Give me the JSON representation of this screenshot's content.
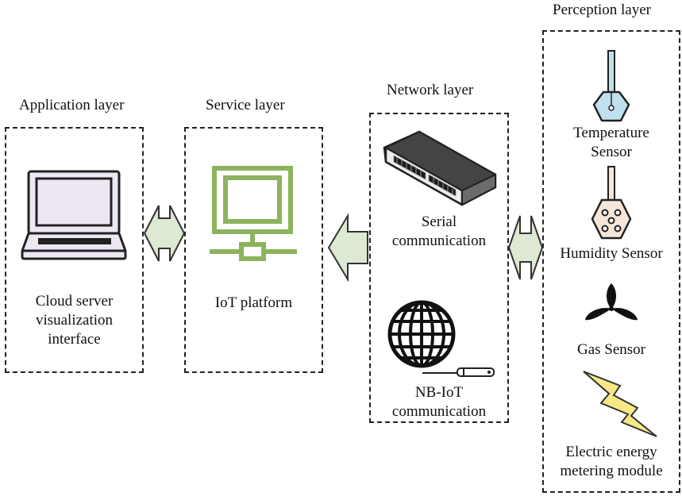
{
  "layers": {
    "application": {
      "title": "Application layer",
      "caption_lines": [
        "Cloud server",
        "visualization",
        "interface"
      ]
    },
    "service": {
      "title": "Service layer",
      "caption": "IoT platform"
    },
    "network": {
      "title": "Network layer",
      "serial_lines": [
        "Serial",
        "communication"
      ],
      "nbiot_lines": [
        "NB-IoT",
        "communication"
      ]
    },
    "perception": {
      "title": "Perception layer",
      "temperature_lines": [
        "Temperature",
        "Sensor"
      ],
      "humidity": "Humidity Sensor",
      "gas": "Gas Sensor",
      "energy_lines": [
        "Electric energy",
        "metering module"
      ]
    }
  },
  "icons": {
    "laptop": "laptop-icon",
    "monitor": "iot-platform-monitor-icon",
    "switch": "network-switch-icon",
    "globe": "globe-icon",
    "antenna": "antenna-icon",
    "temperature": "temperature-sensor-icon",
    "humidity": "humidity-sensor-icon",
    "gas": "gas-sensor-fan-icon",
    "energy": "lightning-bolt-icon"
  },
  "colors": {
    "arrow_fill": "#dde9d2",
    "arrow_stroke": "#333333",
    "platform_green": "#8db35e",
    "laptop_screen": "#ece7f3",
    "temp_sensor_fill": "#bfe1ef",
    "humidity_sensor_fill": "#f6e6d9",
    "bolt_fill": "#f7e886"
  }
}
